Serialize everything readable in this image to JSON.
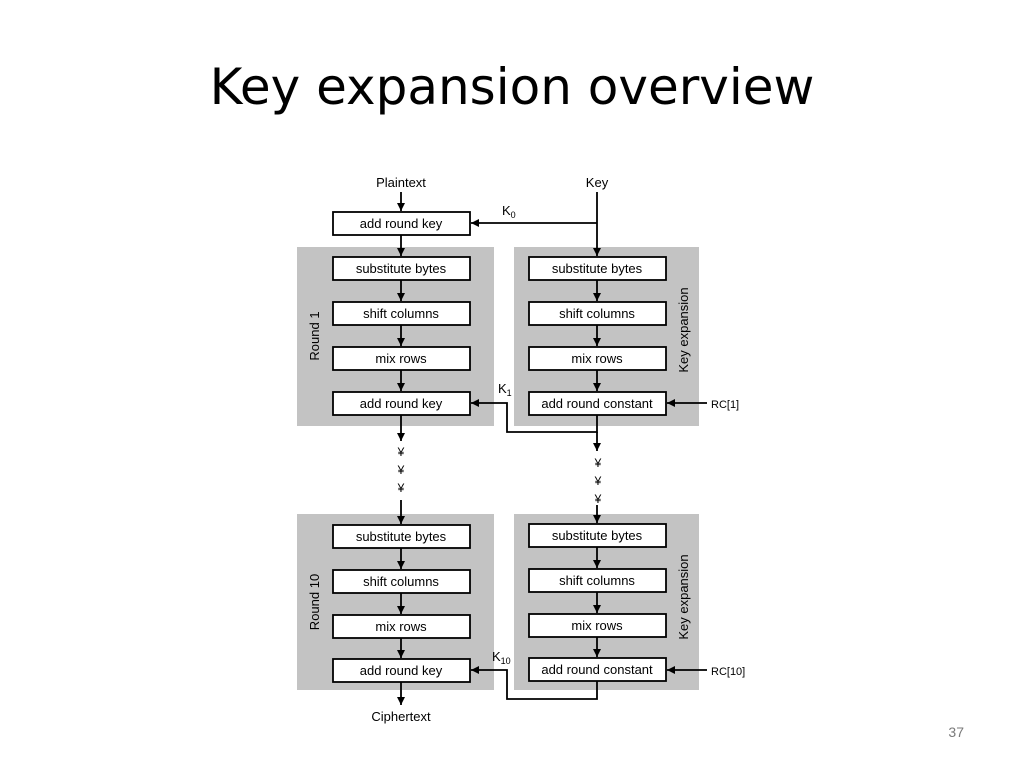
{
  "slide": {
    "title": "Key expansion overview",
    "page_number": "37"
  },
  "diagram": {
    "inputs": {
      "plaintext": "Plaintext",
      "key": "Key"
    },
    "output": "Ciphertext",
    "initial_step": "add round key",
    "cipher_steps": [
      "substitute bytes",
      "shift columns",
      "mix rows",
      "add round key"
    ],
    "key_steps": [
      "substitute bytes",
      "shift columns",
      "mix rows",
      "add round constant"
    ],
    "rounds": [
      {
        "label": "Round 1",
        "key_label": "Key expansion",
        "subkey": "K",
        "subkey_index": "1",
        "round_constant": "RC[1]"
      },
      {
        "label": "Round 10",
        "key_label": "Key expansion",
        "subkey": "K",
        "subkey_index": "10",
        "round_constant": "RC[10]"
      }
    ],
    "initial_subkey": {
      "letter": "K",
      "index": "0"
    },
    "ellipsis_symbol": "¥"
  },
  "colors": {
    "panel": "#c3c3c3",
    "line": "#000000",
    "page_number": "#7a7a7a"
  }
}
